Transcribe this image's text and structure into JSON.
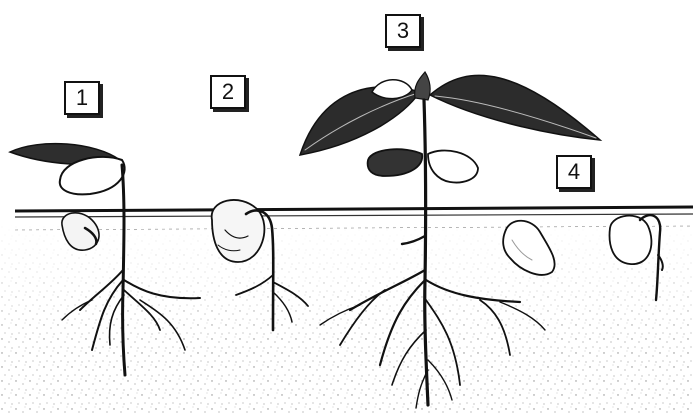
{
  "diagram": {
    "stage_labels": [
      "1",
      "2",
      "3",
      "4"
    ],
    "colors": {
      "ink": "#111111",
      "soil_speckle": "#9a9a9a",
      "leaf_dark": "#2a2a2a"
    }
  }
}
